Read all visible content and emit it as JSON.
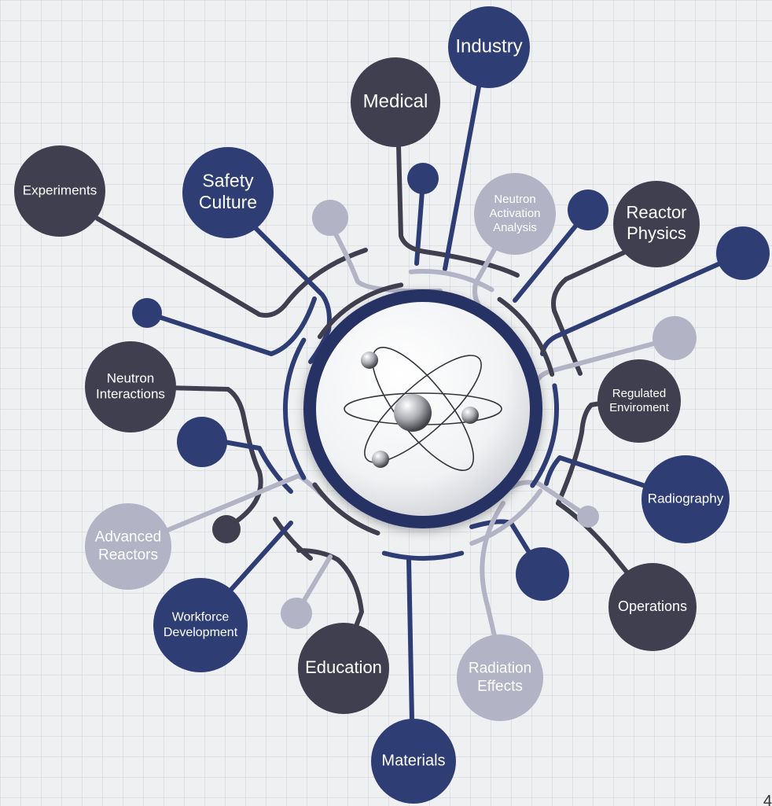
{
  "colors": {
    "navy": "#2f3d75",
    "charcoal": "#403f50",
    "lavender": "#b3b3c6",
    "background": "#eef0f1"
  },
  "center": {
    "icon": "atom-icon"
  },
  "nodes": [
    {
      "id": "industry",
      "lines": [
        "Industry"
      ],
      "color": "navy"
    },
    {
      "id": "medical",
      "lines": [
        "Medical"
      ],
      "color": "charcoal"
    },
    {
      "id": "experiments",
      "lines": [
        "Experiments"
      ],
      "color": "charcoal"
    },
    {
      "id": "safety-culture",
      "lines": [
        "Safety",
        "Culture"
      ],
      "color": "navy"
    },
    {
      "id": "neutron-activation-analysis",
      "lines": [
        "Neutron",
        "Activation",
        "Analysis"
      ],
      "color": "lavender"
    },
    {
      "id": "reactor-physics",
      "lines": [
        "Reactor",
        "Physics"
      ],
      "color": "charcoal"
    },
    {
      "id": "neutron-interactions",
      "lines": [
        "Neutron",
        "Interactions"
      ],
      "color": "charcoal"
    },
    {
      "id": "regulated-enviroment",
      "lines": [
        "Regulated",
        "Enviroment"
      ],
      "color": "charcoal"
    },
    {
      "id": "radiography",
      "lines": [
        "Radiography"
      ],
      "color": "navy"
    },
    {
      "id": "advanced-reactors",
      "lines": [
        "Advanced",
        "Reactors"
      ],
      "color": "lavender"
    },
    {
      "id": "workforce-development",
      "lines": [
        "Workforce",
        "Development"
      ],
      "color": "navy"
    },
    {
      "id": "operations",
      "lines": [
        "Operations"
      ],
      "color": "charcoal"
    },
    {
      "id": "education",
      "lines": [
        "Education"
      ],
      "color": "charcoal"
    },
    {
      "id": "radiation-effects",
      "lines": [
        "Radiation",
        "Effects"
      ],
      "color": "lavender"
    },
    {
      "id": "materials",
      "lines": [
        "Materials"
      ],
      "color": "navy"
    }
  ],
  "page_number": "4"
}
